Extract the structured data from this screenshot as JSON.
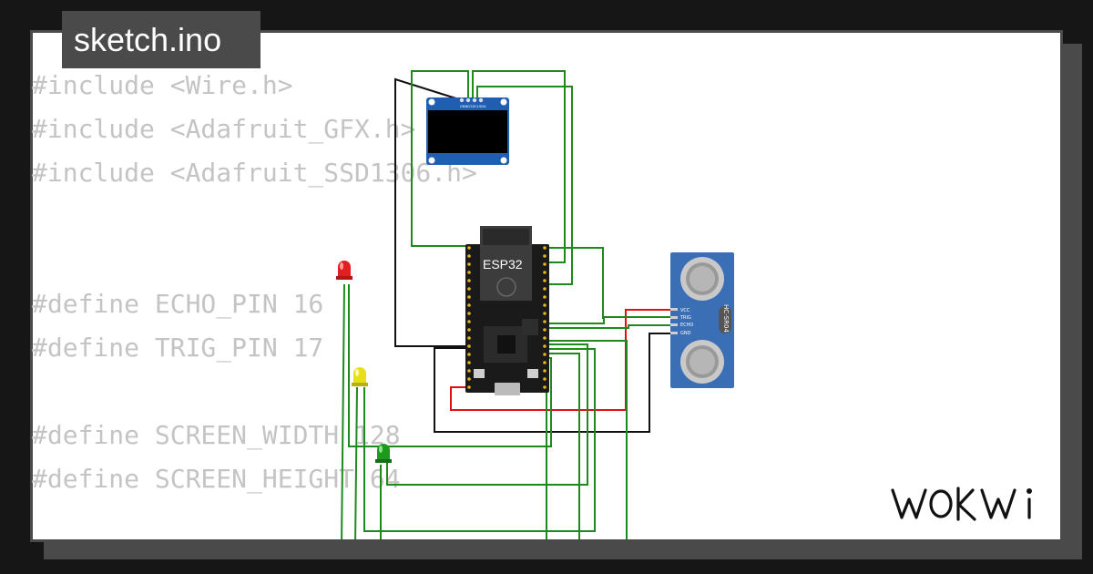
{
  "file": {
    "name": "sketch.ino"
  },
  "code_lines": [
    "#include <Wire.h>",
    "#include <Adafruit_GFX.h>",
    "#include <Adafruit_SSD1306.h>",
    "",
    "",
    "#define ECHO_PIN 16",
    "#define TRIG_PIN 17",
    "",
    "#define SCREEN_WIDTH 128",
    "#define SCREEN_HEIGHT 64"
  ],
  "components": {
    "esp32": {
      "label": "ESP32"
    },
    "oled": {
      "pins": [
        "GND",
        "VCC",
        "SCL",
        "SDA"
      ]
    },
    "ultrasonic": {
      "model": "HC-SR04",
      "pins": [
        "VCC",
        "TRIG",
        "ECHO",
        "GND"
      ]
    },
    "leds": [
      "red",
      "yellow",
      "green"
    ]
  },
  "brand": {
    "logo_text": "WOKWi"
  },
  "colors": {
    "wire_green": "#1e8a1e",
    "wire_red": "#e01010",
    "wire_black": "#111111",
    "code_text": "#c4c4c4",
    "frame": "#4a4a4a",
    "sensor_blue": "#3a6fb5"
  }
}
